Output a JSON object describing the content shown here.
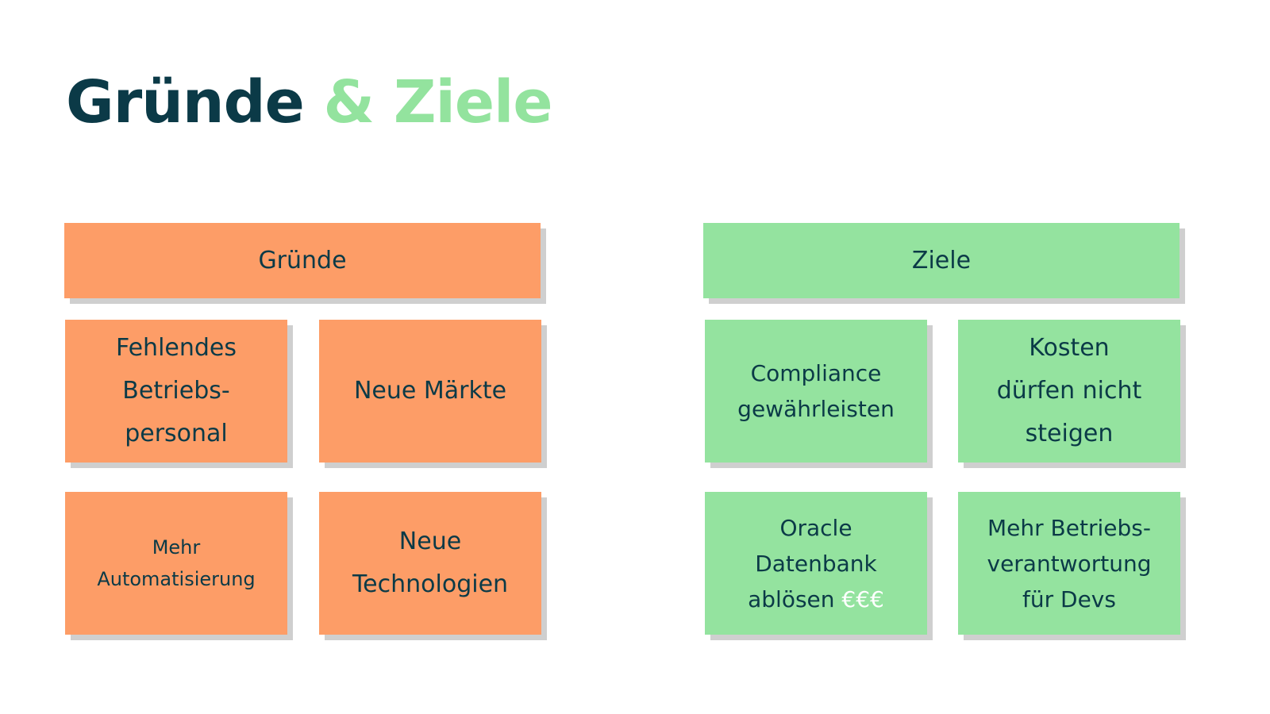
{
  "title": {
    "part1": "Gründe",
    "part2": "& Ziele"
  },
  "gruende": {
    "header": "Gründe",
    "notes": [
      [
        "Fehlendes",
        "Betriebs-",
        "personal"
      ],
      [
        "Neue Märkte"
      ],
      [
        "Mehr",
        "Automatisierung"
      ],
      [
        "Neue",
        "Technologien"
      ]
    ]
  },
  "ziele": {
    "header": "Ziele",
    "notes": [
      [
        "Compliance",
        "gewährleisten"
      ],
      [
        "Kosten",
        "dürfen nicht",
        "steigen"
      ],
      [
        "Oracle",
        "Datenbank",
        "ablösen",
        "€€€"
      ],
      [
        "Mehr Betriebs-",
        "verantwortung",
        "für Devs"
      ]
    ]
  },
  "colors": {
    "dark_teal": "#0b3a47",
    "mint_green": "#93e39e",
    "orange": "#fd9d67",
    "shadow": "#cfcfcf"
  }
}
